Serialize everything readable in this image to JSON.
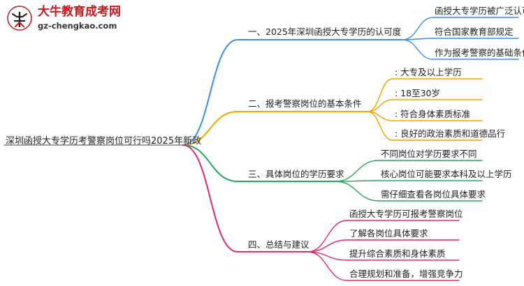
{
  "logo": {
    "name": "大牛教育成考网",
    "url": "gz-chengkao.com"
  },
  "root": {
    "label": "深圳函授大专学历考警察岗位可行吗2025年新政"
  },
  "branches": [
    {
      "label": "一、2025年深圳函授大专学历的认可度",
      "color": "#3a8ee6",
      "children": [
        "函授大专学历被广泛认可",
        "符合国家教育部规定",
        "作为报考警察的基础条件"
      ]
    },
    {
      "label": "二、报考警察岗位的基本条件",
      "color": "#f0a500",
      "children": [
        ": 大专及以上学历",
        ": 18至30岁",
        ": 符合身体素质标准",
        ": 良好的政治素质和道德品行"
      ]
    },
    {
      "label": "三、具体岗位的学历要求",
      "color": "#2aa55a",
      "children": [
        "不同岗位对学历要求不同",
        "核心岗位可能要求本科及以上学历",
        "需仔细查看各岗位具体要求"
      ]
    },
    {
      "label": "四、总结与建议",
      "color": "#e0286a",
      "children": [
        "函授大专学历可报考警察岗位",
        "了解各岗位具体要求",
        "提升综合素质和身体素质",
        "合理规划和准备，增强竞争力"
      ]
    }
  ]
}
